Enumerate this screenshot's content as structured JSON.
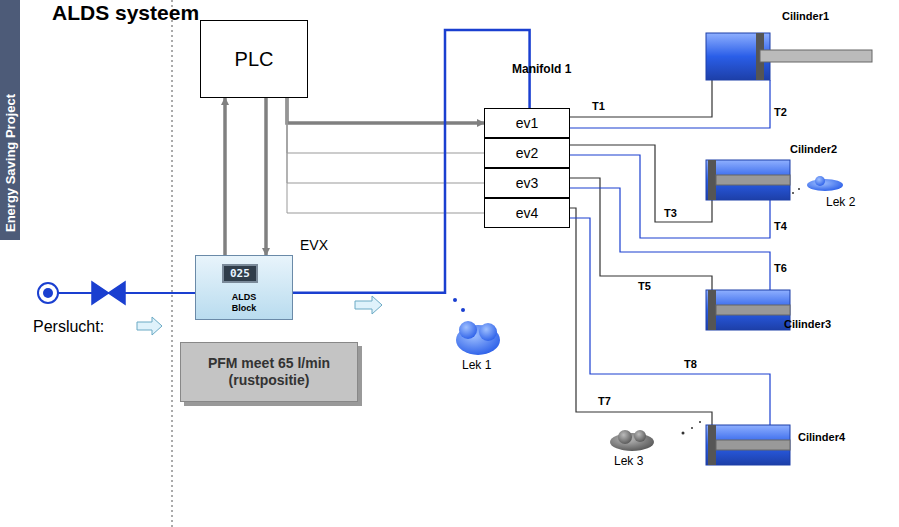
{
  "diagram": {
    "title": "ALDS systeem",
    "nodes": [
      {
        "text": [
          "PLC"
        ]
      },
      {
        "text": [
          "ALDS Block"
        ]
      },
      {
        "text": [
          "ev1"
        ]
      },
      {
        "text": [
          "ev2"
        ]
      },
      {
        "text": [
          "ev3"
        ]
      },
      {
        "text": [
          "ev4"
        ]
      },
      {
        "text": [
          "PFM meet 65 l/min (rustpositie)"
        ]
      }
    ],
    "edges": [
      {
        "from": 1,
        "to": 0,
        "arrow": "to"
      },
      {
        "from": 0,
        "to": 1,
        "arrow": "to"
      },
      {
        "from": 0,
        "to": 2,
        "arrow": "to"
      },
      {
        "from": 0,
        "to": 3,
        "arrow": "none"
      },
      {
        "from": 0,
        "to": 4,
        "arrow": "none"
      },
      {
        "from": 0,
        "to": 5,
        "arrow": "none"
      },
      {
        "from": 1,
        "to": 2,
        "arrow": "none"
      }
    ],
    "labels": [
      "Energy Saving Project",
      "Perslucht:",
      "EVX",
      "Manifold 1",
      "Cilinder1",
      "Cilinder2",
      "Cilinder3",
      "Cilinder4",
      "T1",
      "T2",
      "T3",
      "T4",
      "T5",
      "T6",
      "T7",
      "T8",
      "Lek 1",
      "Lek 2",
      "Lek 3",
      "025"
    ]
  }
}
